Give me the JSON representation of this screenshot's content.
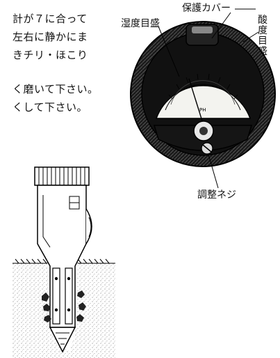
{
  "instructions": {
    "line1": "計が７に合って",
    "line2": "左右に静かにま",
    "line3": "きチリ・ほこり",
    "line4": "く磨いて下さい。",
    "line5": "くして下さい。"
  },
  "meter": {
    "humidity_label": "湿度目盛",
    "cover_label": "保護カバー",
    "acidity_label_chars": [
      "酸",
      "度",
      "目",
      "盛"
    ],
    "screw_label": "調整ネジ",
    "ph_mark": "PH"
  }
}
